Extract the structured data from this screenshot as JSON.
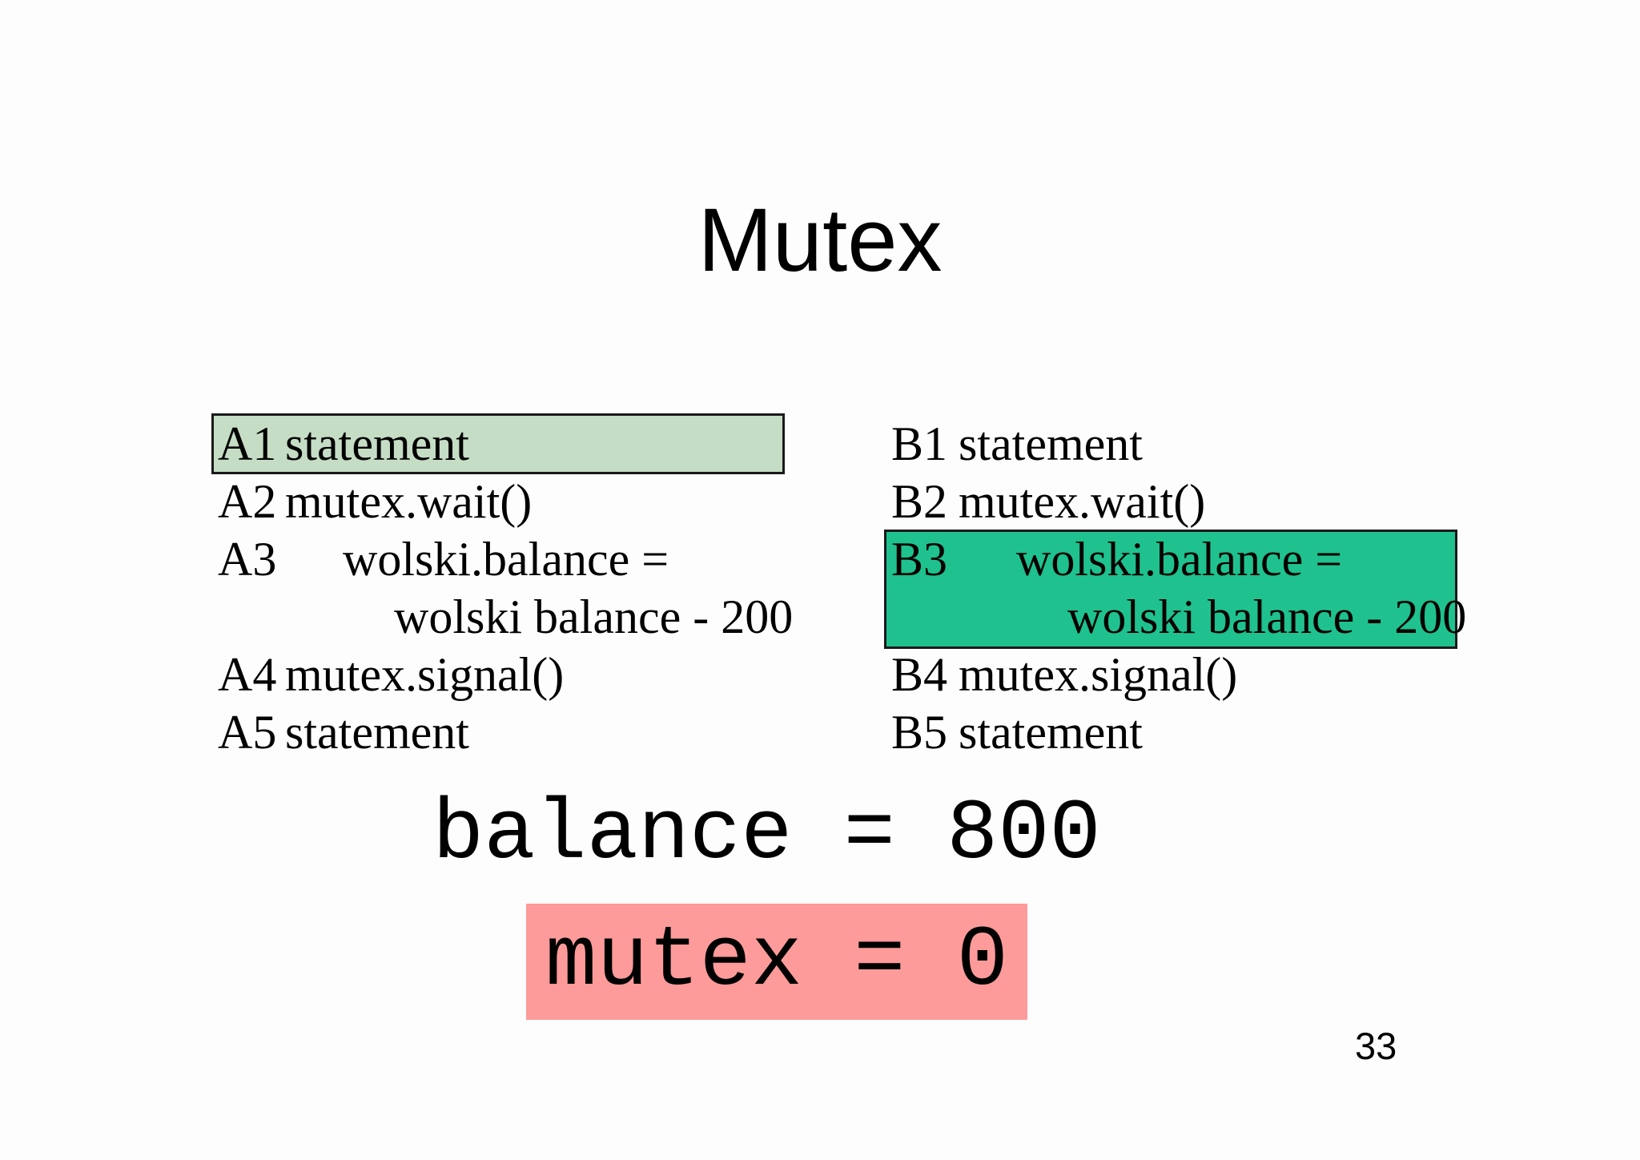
{
  "slide": {
    "title": "Mutex",
    "page_number": "33"
  },
  "thread_a": {
    "lines": [
      {
        "label": "A1",
        "text": "statement"
      },
      {
        "label": "A2",
        "text": "mutex.wait()"
      },
      {
        "label": "A3",
        "text": "wolski.balance ="
      },
      {
        "label": "",
        "text": "wolski balance - 200"
      },
      {
        "label": "A4",
        "text": "mutex.signal()"
      },
      {
        "label": "A5",
        "text": "statement"
      }
    ]
  },
  "thread_b": {
    "lines": [
      {
        "label": "B1",
        "text": "statement"
      },
      {
        "label": "B2",
        "text": "mutex.wait()"
      },
      {
        "label": "B3",
        "text": "wolski.balance ="
      },
      {
        "label": "",
        "text": "wolski balance - 200"
      },
      {
        "label": "B4",
        "text": "mutex.signal()"
      },
      {
        "label": "B5",
        "text": "statement"
      }
    ]
  },
  "state": {
    "balance_line": "balance = 800",
    "mutex_line": "mutex = 0"
  },
  "colors": {
    "highlight_a1_fill": "#c5dcc5",
    "highlight_b3_fill": "#1fc18e",
    "mutex_box_fill": "#fd9a9a",
    "box_border": "#1a1a1a"
  }
}
